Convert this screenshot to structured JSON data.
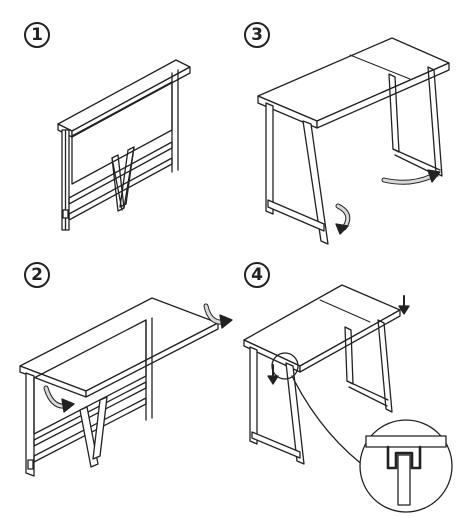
{
  "steps": [
    {
      "number": "1"
    },
    {
      "number": "3"
    },
    {
      "number": "2"
    },
    {
      "number": "4"
    }
  ],
  "colors": {
    "line": "#222222",
    "background": "#ffffff",
    "arrow_fill": "#d9d9d9"
  }
}
